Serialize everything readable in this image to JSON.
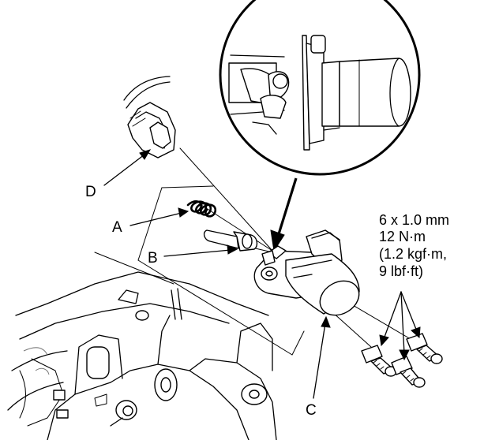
{
  "callouts": {
    "a": "A",
    "b": "B",
    "c": "C",
    "d": "D"
  },
  "torque_spec": {
    "line1": "6 x 1.0 mm",
    "line2": "12 N·m",
    "line3": "(1.2 kgf·m,",
    "line4": "9 lbf·ft)"
  },
  "colors": {
    "ink": "#000000",
    "background": "#ffffff"
  }
}
